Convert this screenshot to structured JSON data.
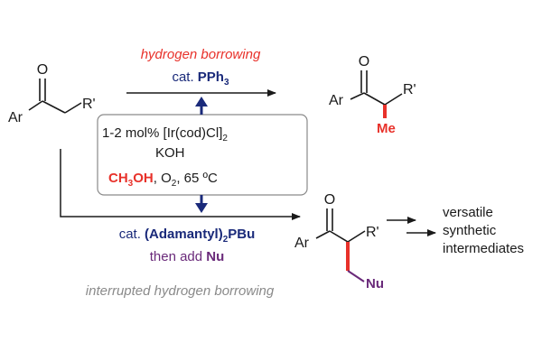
{
  "top_route": {
    "title": "hydrogen borrowing",
    "catalyst_prefix": "cat.",
    "catalyst_name": "PPh",
    "catalyst_sub": "3"
  },
  "conditions": {
    "line1_prefix": "1-2 mol% [Ir(cod)Cl]",
    "line1_sub": "2",
    "line2": "KOH",
    "line3_reagent": "CH",
    "line3_reagent_sub": "3",
    "line3_reagent_end": "OH",
    "line3_sep": ", O",
    "line3_o2_sub": "2",
    "line3_temp": ", 65 ºC"
  },
  "bottom_route": {
    "catalyst_prefix": "cat.",
    "catalyst_name": "(Adamantyl)",
    "catalyst_sub": "2",
    "catalyst_end": "PBu",
    "line2_prefix": "then add",
    "line2_reagent": "Nu",
    "caption": "interrupted hydrogen borrowing"
  },
  "starting_material": {
    "oxygen": "O",
    "aryl": "Ar",
    "r_group": "R'"
  },
  "top_product": {
    "oxygen": "O",
    "aryl": "Ar",
    "r_group": "R'",
    "substituent": "Me"
  },
  "bottom_product": {
    "oxygen": "O",
    "aryl": "Ar",
    "r_group": "R'",
    "substituent": "Nu"
  },
  "outcome": {
    "line1": "versatile",
    "line2": "synthetic",
    "line3": "intermediates"
  },
  "colors": {
    "red": "#e8312a",
    "navy": "#1a2a7a",
    "purple": "#6a2a7a",
    "gray": "#8a8a8a",
    "black": "#1a1a1a"
  }
}
